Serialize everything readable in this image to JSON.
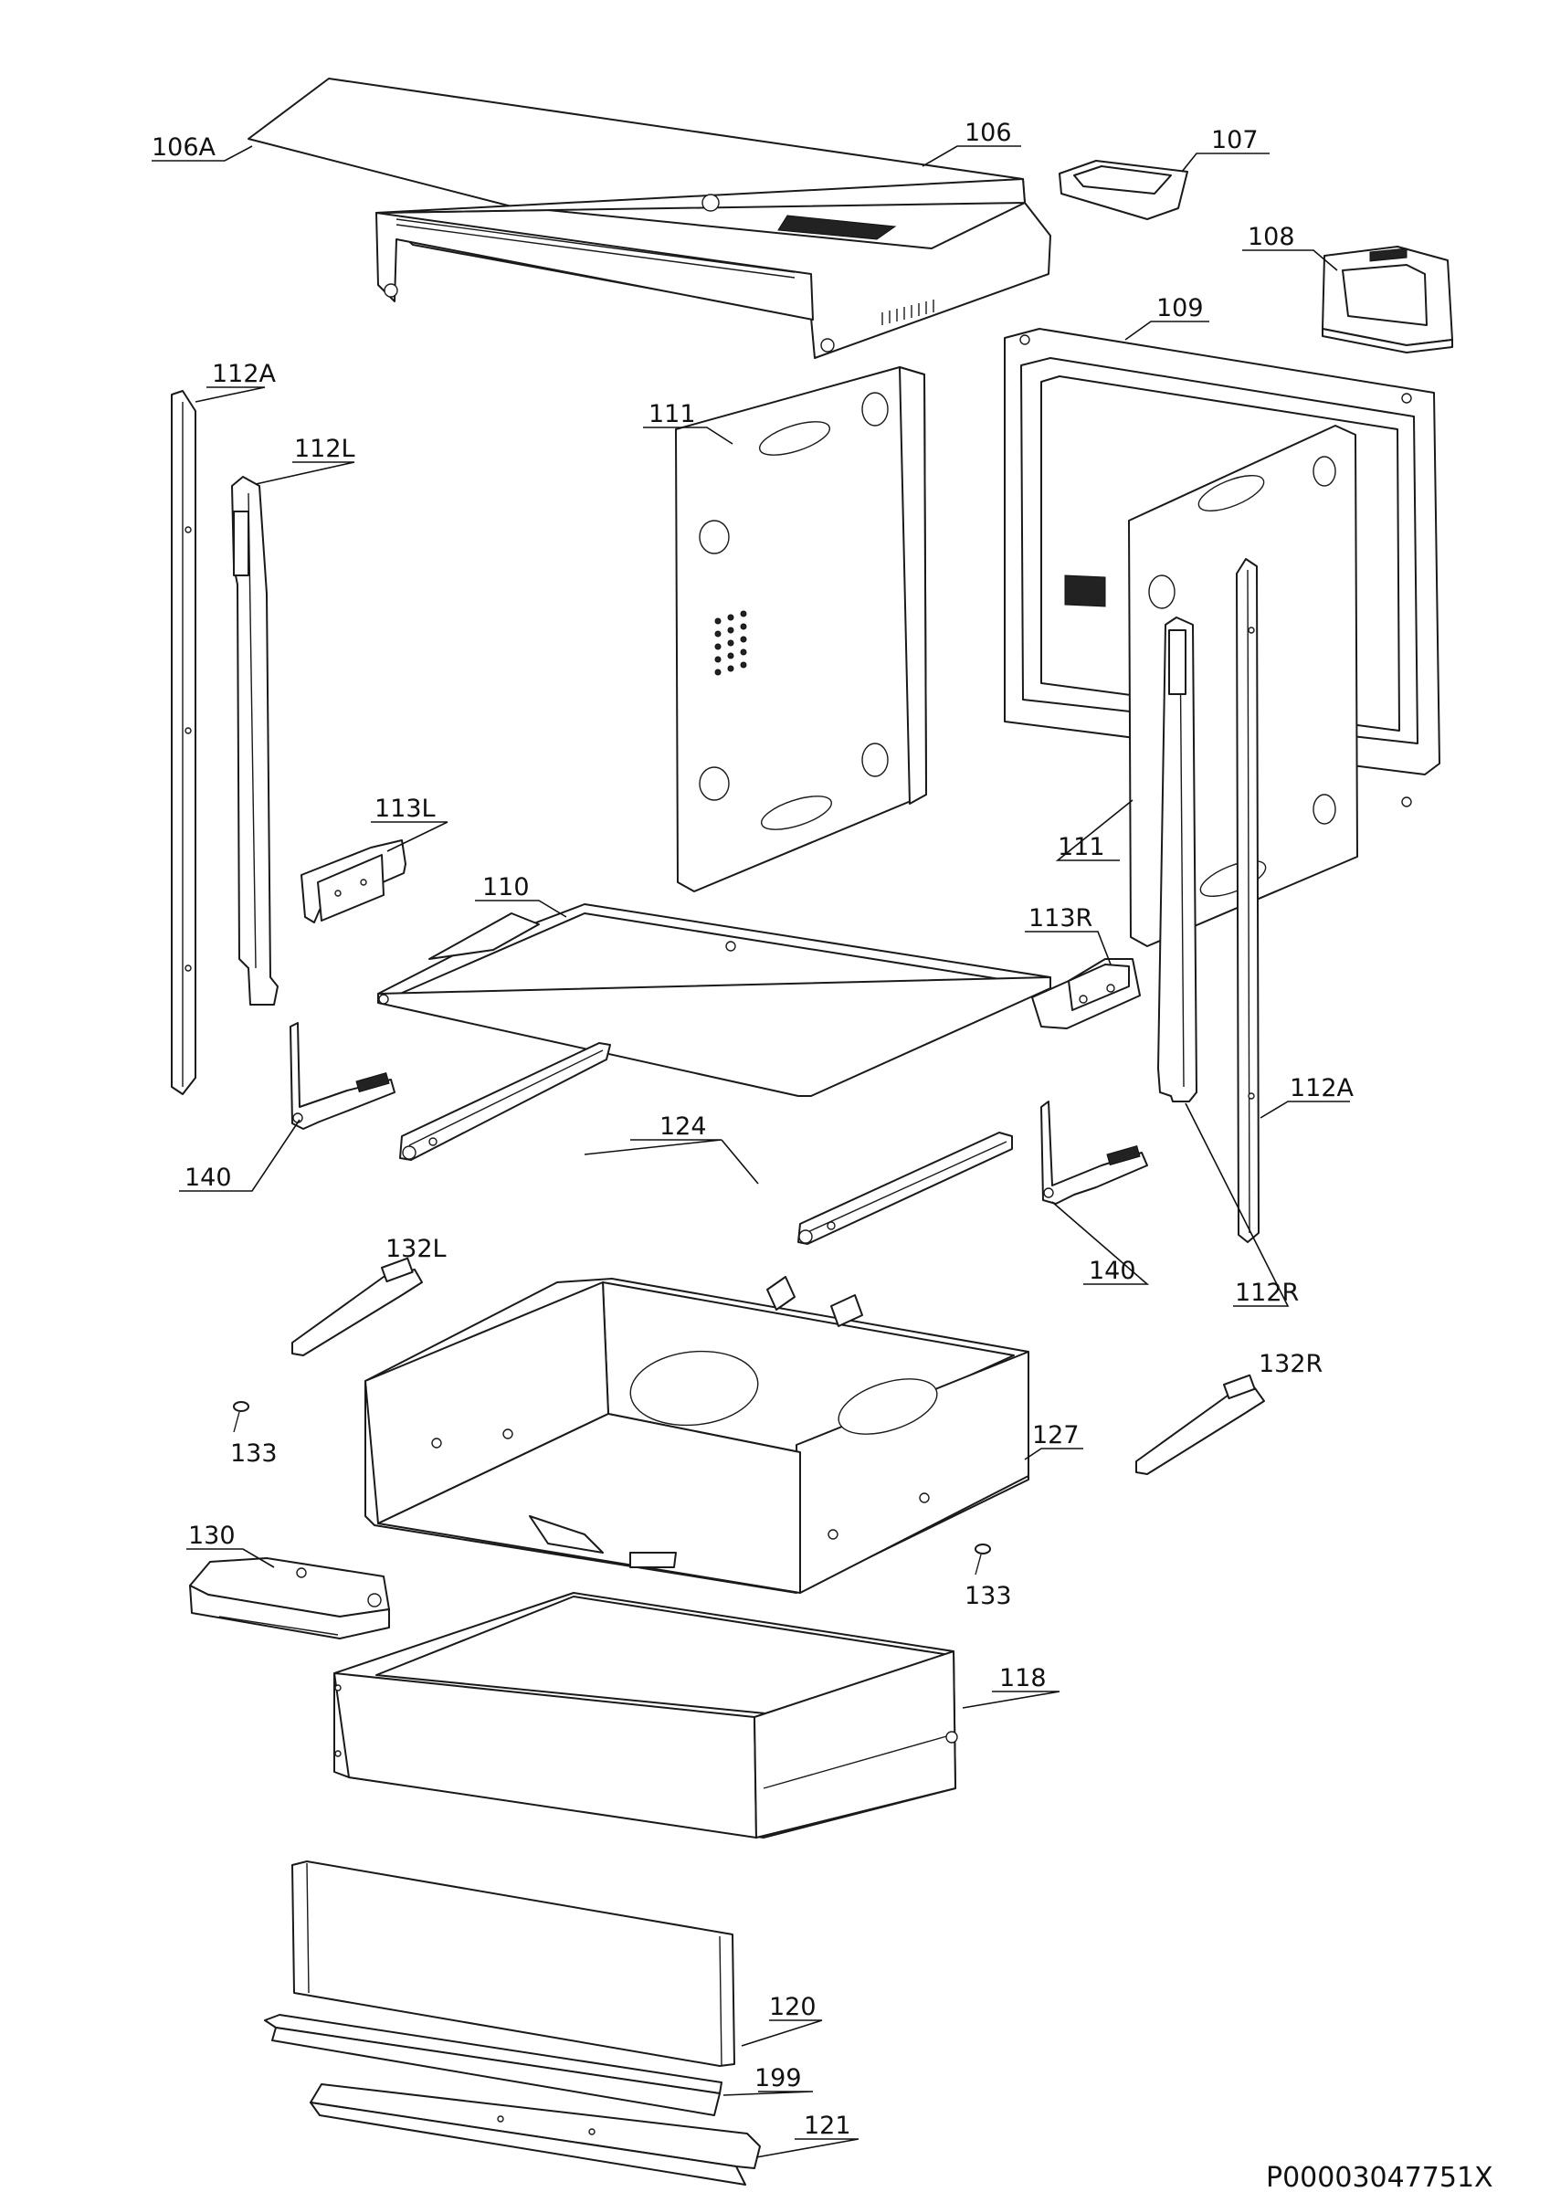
{
  "diagram": {
    "callouts": [
      {
        "id": "106A",
        "label": "106A"
      },
      {
        "id": "106",
        "label": "106"
      },
      {
        "id": "107",
        "label": "107"
      },
      {
        "id": "108",
        "label": "108"
      },
      {
        "id": "109",
        "label": "109"
      },
      {
        "id": "112A-left",
        "label": "112A"
      },
      {
        "id": "112L",
        "label": "112L"
      },
      {
        "id": "111-upper",
        "label": "111"
      },
      {
        "id": "113L",
        "label": "113L"
      },
      {
        "id": "110",
        "label": "110"
      },
      {
        "id": "113R",
        "label": "113R"
      },
      {
        "id": "111-lower",
        "label": "111"
      },
      {
        "id": "112A-right",
        "label": "112A"
      },
      {
        "id": "124",
        "label": "124"
      },
      {
        "id": "140-left",
        "label": "140"
      },
      {
        "id": "140-right",
        "label": "140"
      },
      {
        "id": "112R",
        "label": "112R"
      },
      {
        "id": "132L",
        "label": "132L"
      },
      {
        "id": "132R",
        "label": "132R"
      },
      {
        "id": "127",
        "label": "127"
      },
      {
        "id": "133-left",
        "label": "133"
      },
      {
        "id": "133-right",
        "label": "133"
      },
      {
        "id": "130",
        "label": "130"
      },
      {
        "id": "118",
        "label": "118"
      },
      {
        "id": "120",
        "label": "120"
      },
      {
        "id": "199",
        "label": "199"
      },
      {
        "id": "121",
        "label": "121"
      }
    ],
    "drawing_code": "P00003047751X"
  }
}
